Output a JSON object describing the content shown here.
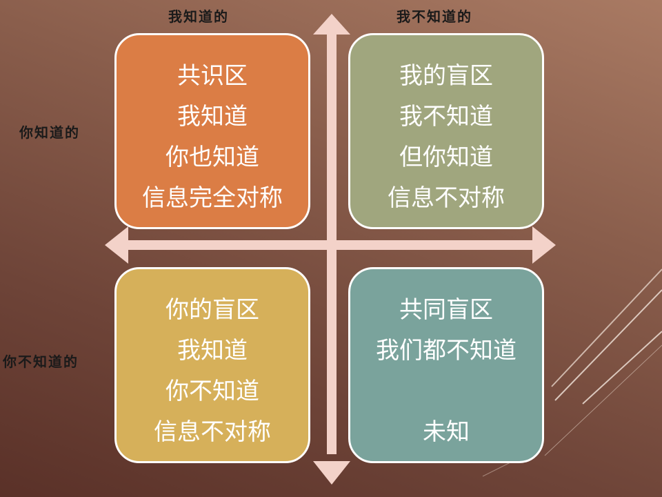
{
  "axes": {
    "top_left_label": "我知道的",
    "top_right_label": "我不知道的",
    "left_top_label": "你知道的",
    "left_bottom_label": "你不知道的"
  },
  "quadrants": {
    "top_left": {
      "color": "#db7d45",
      "lines": [
        "共识区",
        "我知道",
        "你也知道",
        "信息完全对称"
      ]
    },
    "top_right": {
      "color": "#a0a67e",
      "lines": [
        "我的盲区",
        "我不知道",
        "但你知道",
        "信息不对称"
      ]
    },
    "bottom_left": {
      "color": "#d6b05a",
      "lines": [
        "你的盲区",
        "我知道",
        "你不知道",
        "信息不对称"
      ]
    },
    "bottom_right": {
      "color": "#7aa39c",
      "lines": [
        "共同盲区",
        "我们都不知道",
        "",
        "未知"
      ]
    }
  },
  "arrow_color": "#f3d2c9"
}
